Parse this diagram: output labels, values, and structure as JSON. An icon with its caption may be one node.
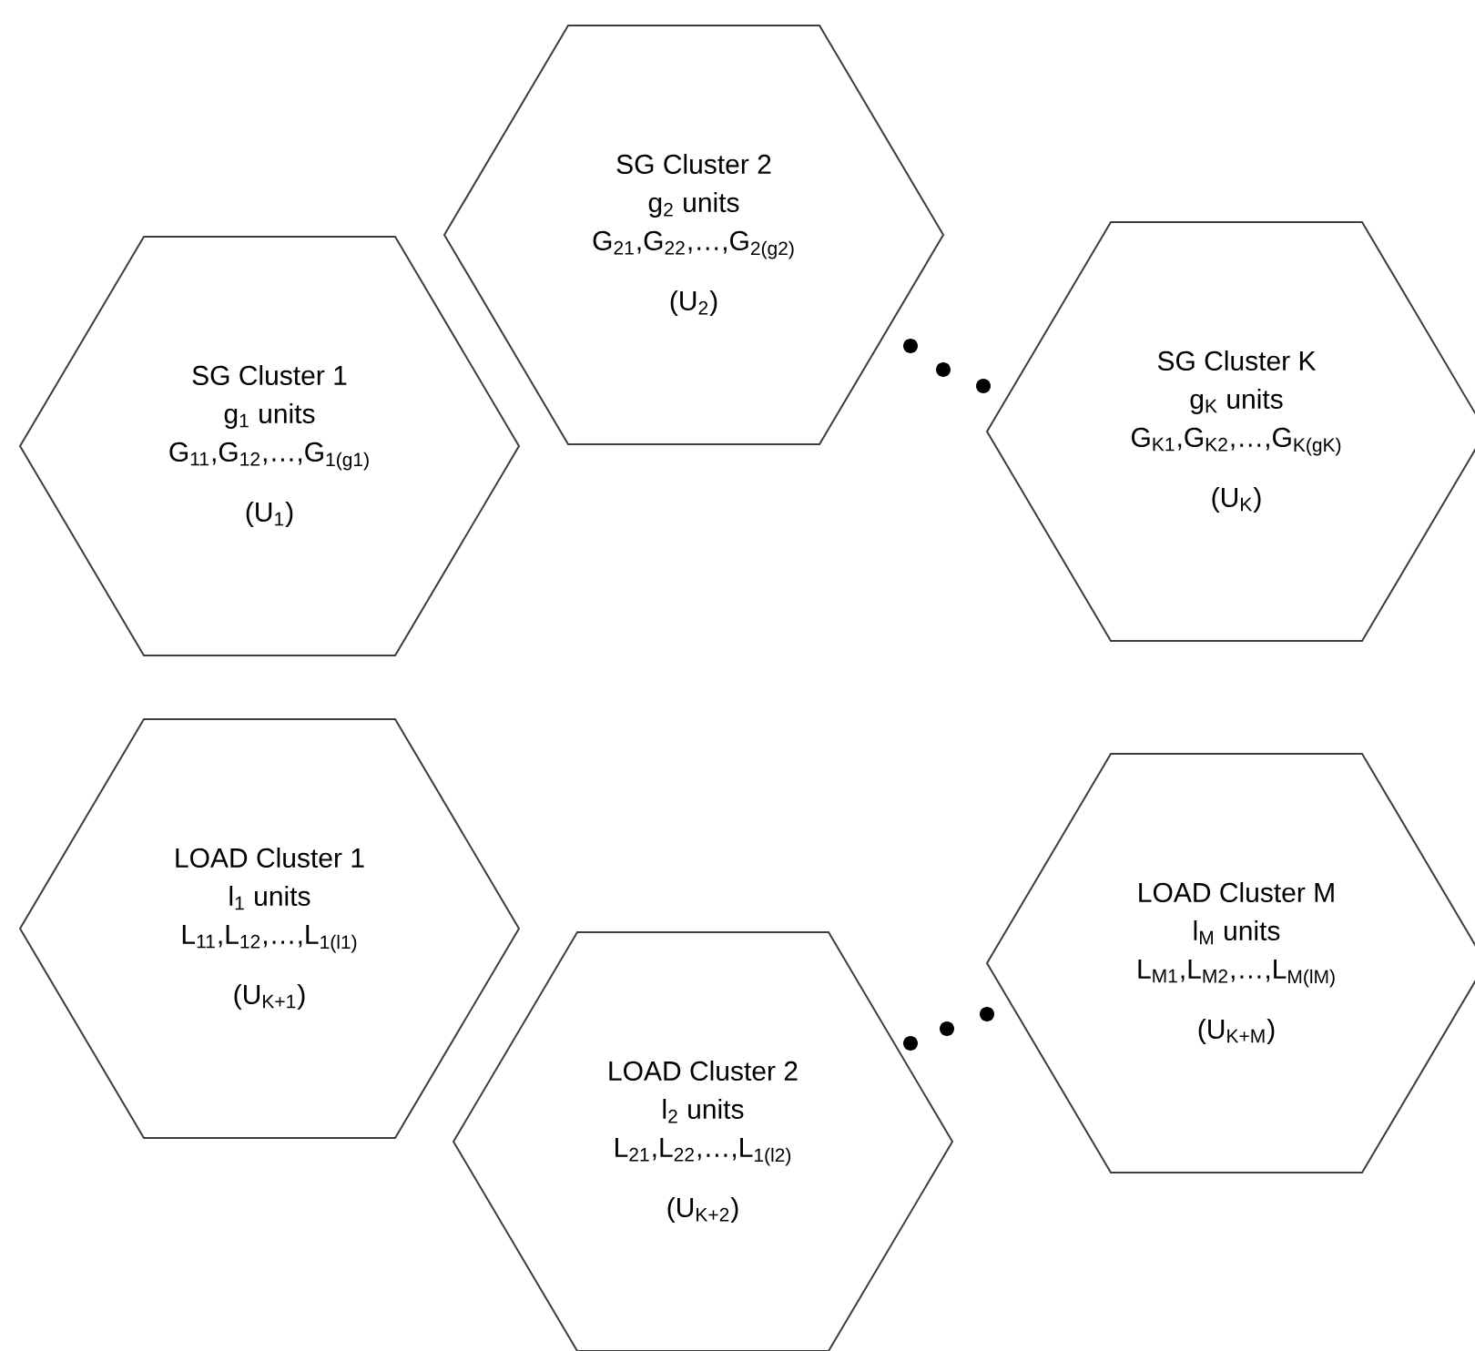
{
  "diagram": {
    "nodes": [
      {
        "text": [
          "SG Cluster 1",
          "g$_{1}$ units",
          "G$_{11}$,G$_{12}$,…,G$_{1(g1)}$",
          "(U$_{1}$)"
        ]
      },
      {
        "text": [
          "SG Cluster 2",
          "g$_{2}$ units",
          "G$_{21}$,G$_{22}$,…,G$_{2(g2)}$",
          "(U$_{2}$)"
        ]
      },
      {
        "text": [
          "SG Cluster K",
          "g$_{K}$ units",
          "G$_{K1}$,G$_{K2}$,…,G$_{K(gK)}$",
          "(U$_{K}$)"
        ]
      },
      {
        "text": [
          "LOAD Cluster 1",
          "l$_{1}$ units",
          "L$_{11}$,L$_{12}$,…,L$_{1(l1)}$",
          "(U$_{K+1}$)"
        ]
      },
      {
        "text": [
          "LOAD Cluster 2",
          "l$_{2}$ units",
          "L$_{21}$,L$_{22}$,…,L$_{1(l2)}$",
          "(U$_{K+2}$)"
        ]
      },
      {
        "text": [
          "LOAD Cluster M",
          "l$_{M}$ units",
          "L$_{M1}$,L$_{M2}$,…,L$_{M(lM)}$",
          "(U$_{K+M}$)"
        ]
      }
    ]
  }
}
